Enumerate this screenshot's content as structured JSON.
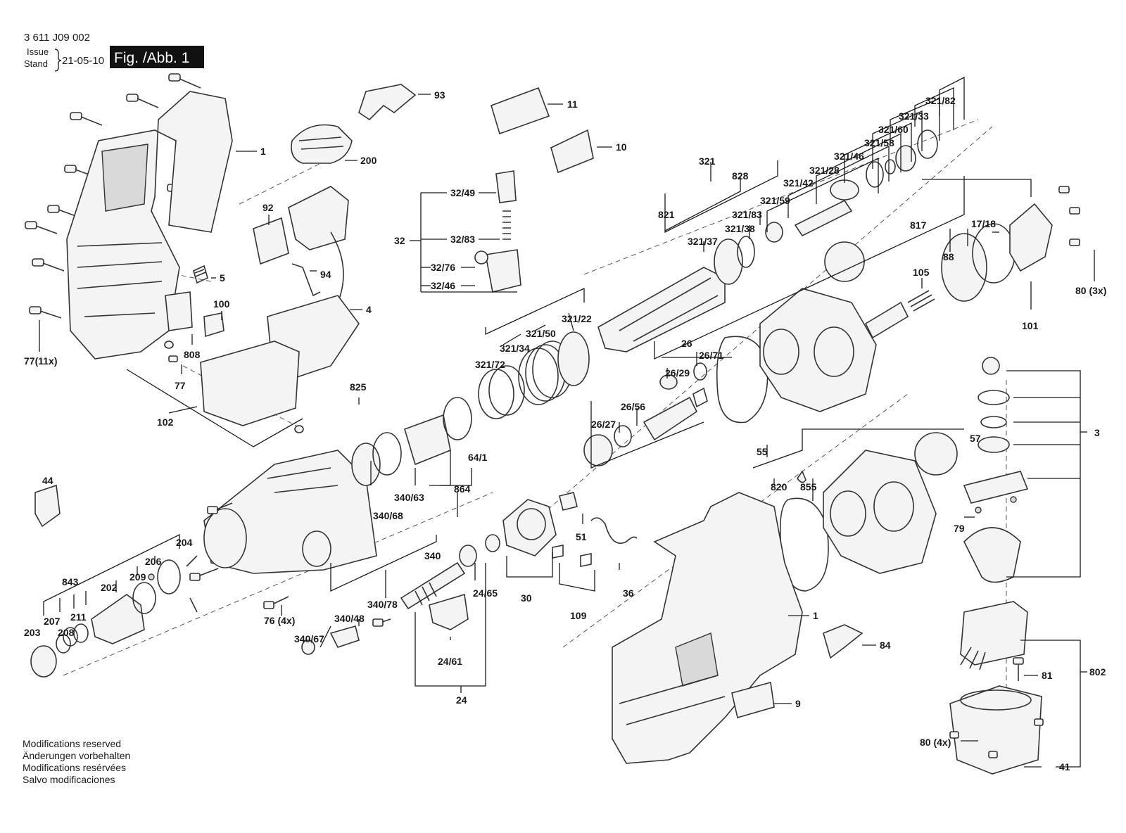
{
  "header": {
    "doc_number": "3 611 J09 002",
    "issue_label": "Issue",
    "stand_label": "Stand",
    "issue_date": "21-05-10",
    "figure_label": "Fig. /Abb. 1"
  },
  "notes": [
    "Modifications reserved",
    "Änderungen vorbehalten",
    "Modifications resérvées",
    "Salvo modificaciones"
  ],
  "part_labels": [
    "93",
    "11",
    "1",
    "200",
    "10",
    "321/82",
    "321/33",
    "321/60",
    "321/58",
    "321/46",
    "321/28",
    "321/42",
    "321/59",
    "321",
    "828",
    "821",
    "321/83",
    "321/38",
    "321/37",
    "92",
    "5",
    "94",
    "4",
    "32/49",
    "32",
    "32/83",
    "32/76",
    "32/46",
    "817",
    "17/18",
    "88",
    "105",
    "80 (3x)",
    "101",
    "100",
    "808",
    "77(11x)",
    "77",
    "102",
    "321/22",
    "321/50",
    "321/34",
    "321/72",
    "26",
    "26/71",
    "26/29",
    "26/56",
    "26/27",
    "825",
    "55",
    "64/1",
    "864",
    "340/63",
    "340/68",
    "340",
    "3",
    "57",
    "820",
    "855",
    "79",
    "44",
    "204",
    "206",
    "209",
    "843",
    "202",
    "211",
    "207",
    "208",
    "203",
    "76 (4x)",
    "340/78",
    "340/48",
    "340/67",
    "51",
    "30",
    "109",
    "36",
    "24/65",
    "24/61",
    "24",
    "1",
    "84",
    "9",
    "81",
    "802",
    "80 (4x)",
    "41"
  ],
  "colors": {
    "figure_box": "#111111",
    "ink": "#1a1a1a",
    "paper": "#ffffff"
  }
}
